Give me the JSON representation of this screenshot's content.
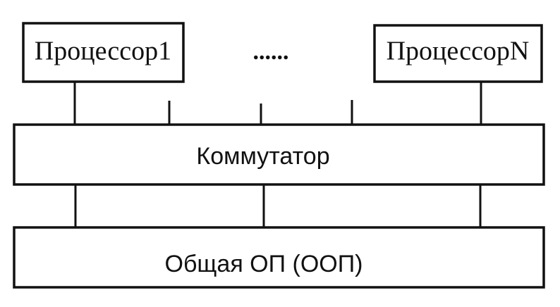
{
  "diagram": {
    "processor_first": "Процессор1",
    "ellipsis": "......",
    "processor_last": "ПроцессорN",
    "switch_label": "Коммутатор",
    "memory_label": "Общая ОП (ООП)"
  }
}
